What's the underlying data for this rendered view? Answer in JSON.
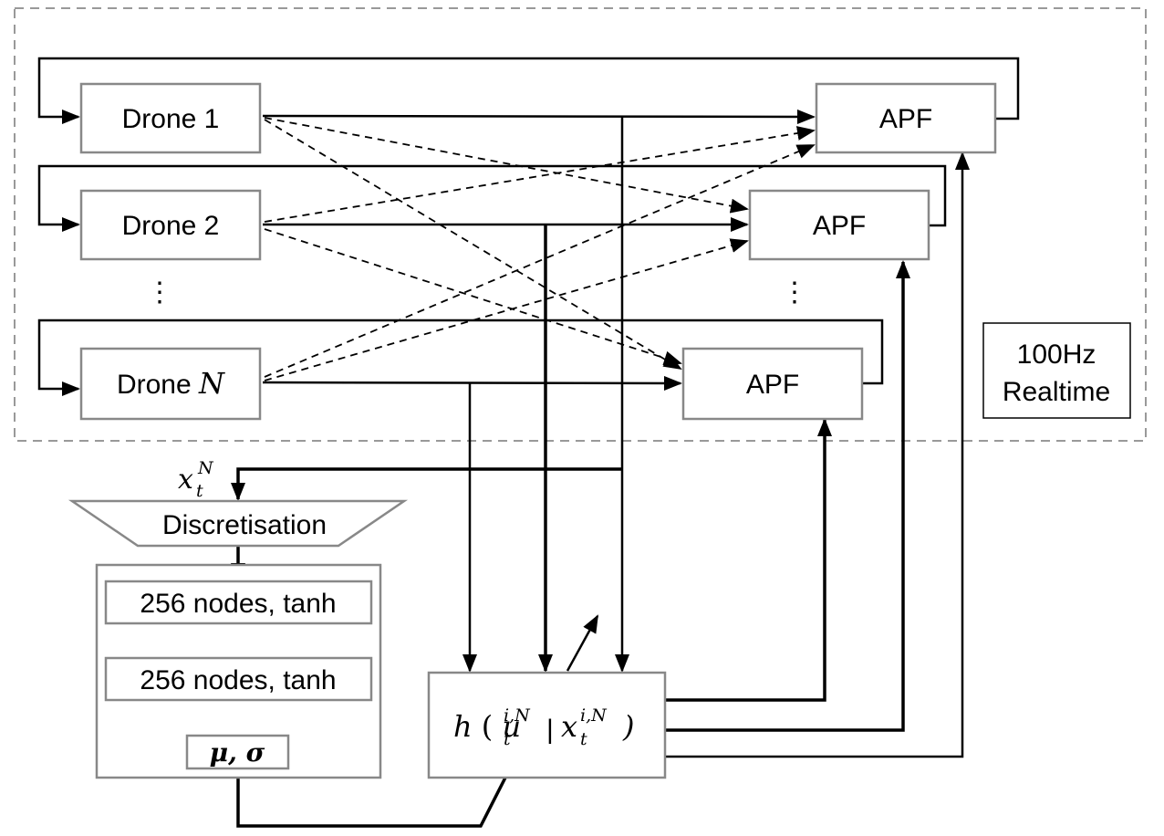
{
  "drones": [
    {
      "prefix": "Drone ",
      "index": "1"
    },
    {
      "prefix": "Drone ",
      "index": "2"
    },
    {
      "prefix": "Drone ",
      "index": "N"
    }
  ],
  "apf_label": "APF",
  "vertical_dots": "⋮",
  "realtime": {
    "line1": "100Hz",
    "line2": "Realtime"
  },
  "state_input": {
    "base": "x",
    "sub": "t",
    "sup": "N"
  },
  "discretisation_label": "Discretisation",
  "layers": [
    "256 nodes, tanh",
    "256 nodes, tanh"
  ],
  "output_label": "μ, σ",
  "policy": {
    "func": "h",
    "u_base": "u",
    "sub": "t",
    "sup": "i,N",
    "sep": "|",
    "x_base": "x"
  }
}
